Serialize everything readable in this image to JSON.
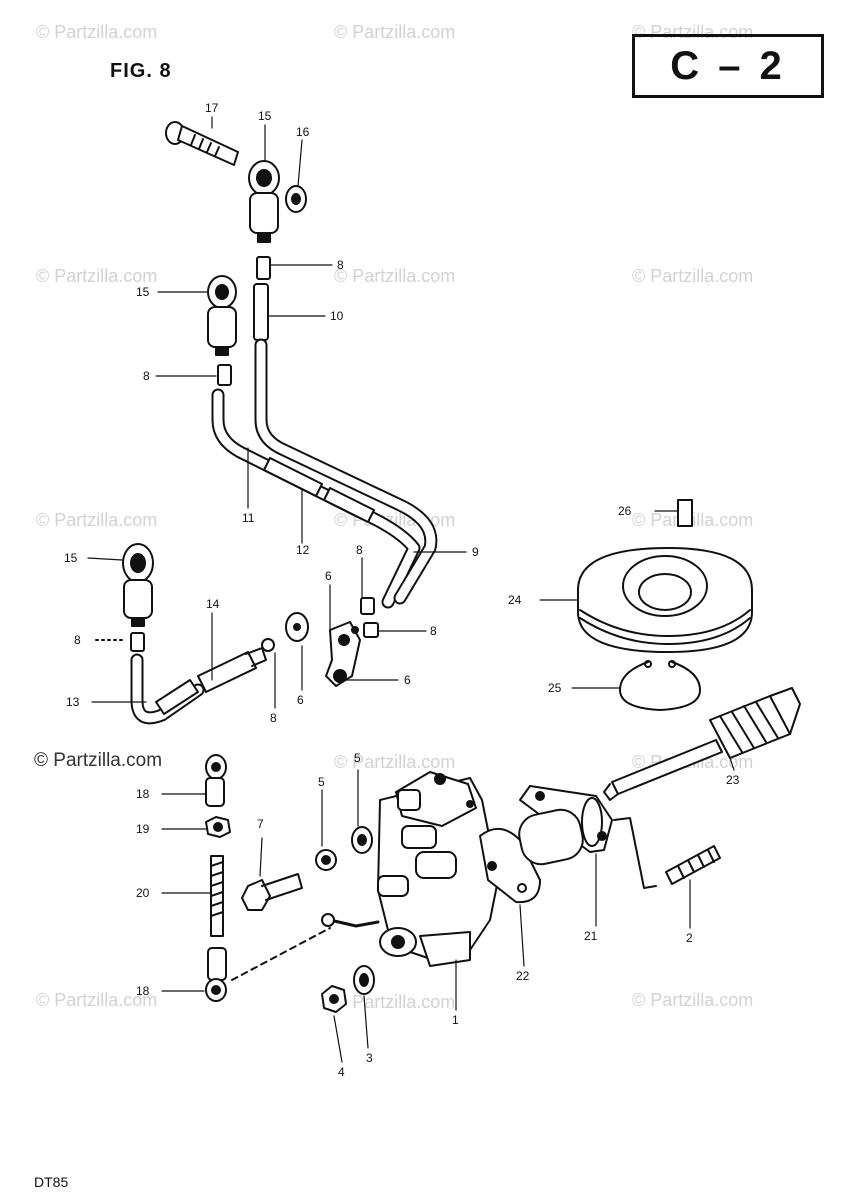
{
  "figure": {
    "label": "FIG. 8",
    "code": "C – 2",
    "model": "DT85"
  },
  "watermark": {
    "text": "© Partzilla.com"
  },
  "callouts": {
    "c1": "1",
    "c2": "2",
    "c3": "3",
    "c4": "4",
    "c5a": "5",
    "c5b": "5",
    "c6a": "6",
    "c6b": "6",
    "c6c": "6",
    "c7": "7",
    "c8a": "8",
    "c8b": "8",
    "c8c": "8",
    "c8d": "8",
    "c8e": "8",
    "c8f": "8",
    "c9": "9",
    "c10": "10",
    "c11": "11",
    "c12": "12",
    "c13": "13",
    "c14": "14",
    "c15a": "15",
    "c15b": "15",
    "c15c": "15",
    "c16": "16",
    "c17": "17",
    "c18a": "18",
    "c18b": "18",
    "c19": "19",
    "c20": "20",
    "c21": "21",
    "c22": "22",
    "c23": "23",
    "c24": "24",
    "c25": "25",
    "c26": "26"
  }
}
